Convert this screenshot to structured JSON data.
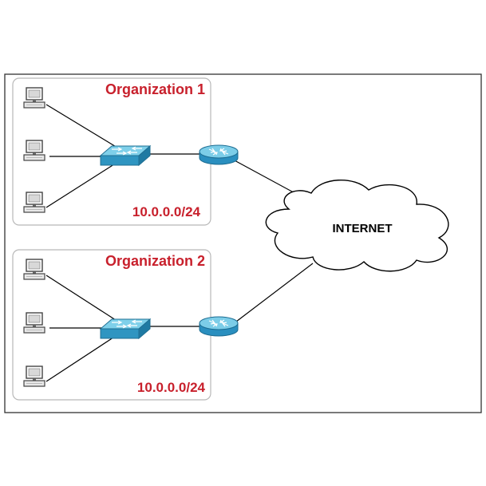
{
  "org1": {
    "title": "Organization 1",
    "subnet": "10.0.0.0/24"
  },
  "org2": {
    "title": "Organization 2",
    "subnet": "10.0.0.0/24"
  },
  "internet": {
    "label": "INTERNET"
  },
  "colors": {
    "accent_red": "#c8202c",
    "device_blue": "#3aa4cc",
    "device_blue_dark": "#1f6f93",
    "border": "#333333",
    "group_border": "#b8b8b8"
  },
  "icons": [
    "computer-icon",
    "switch-icon",
    "router-icon",
    "cloud-icon"
  ]
}
